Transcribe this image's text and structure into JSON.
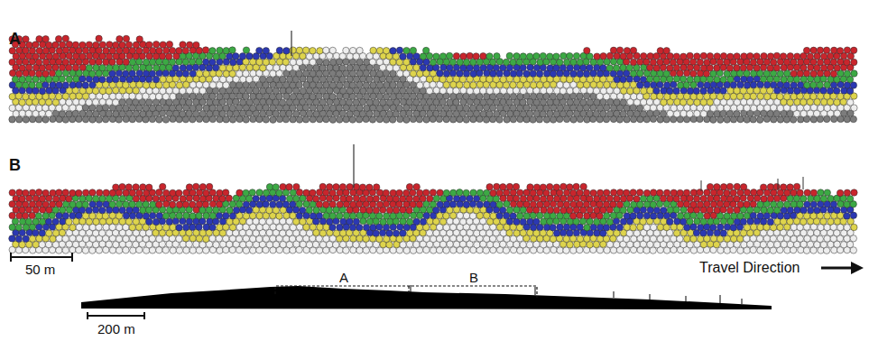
{
  "diagram": {
    "labels": [
      "A",
      "B",
      "50 m",
      "Travel Direction",
      "A",
      "B",
      "200 m"
    ]
  }
}
